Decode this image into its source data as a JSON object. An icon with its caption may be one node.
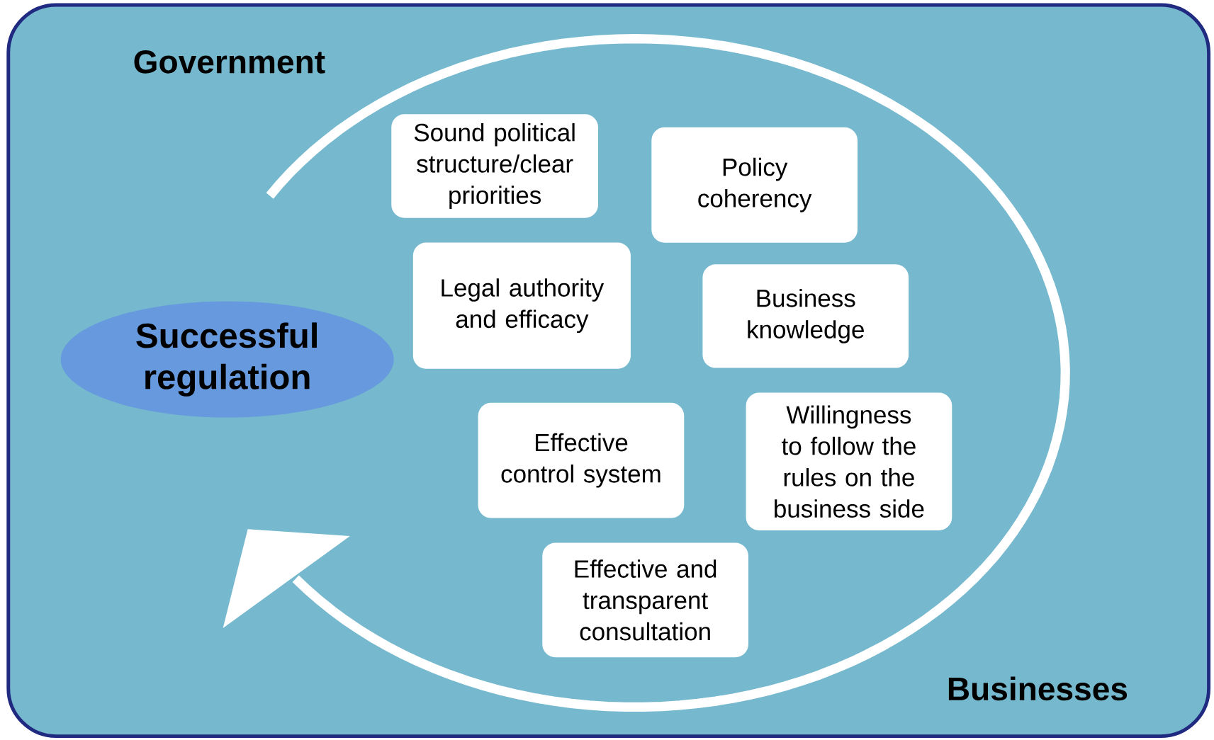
{
  "diagram": {
    "nodes": [
      {
        "text": [
          "Government",
          "Businesses"
        ]
      },
      {
        "text": [
          "Successful regulation"
        ],
        "in": 0
      },
      {
        "text": [
          "Sound political structure/clear priorities"
        ],
        "in": 0
      },
      {
        "text": [
          "Policy coherency"
        ],
        "in": 0
      },
      {
        "text": [
          "Legal authority and efficacy"
        ],
        "in": 0
      },
      {
        "text": [
          "Business knowledge"
        ],
        "in": 0
      },
      {
        "text": [
          "Effective control system"
        ],
        "in": 0
      },
      {
        "text": [
          "Willingness to follow the rules on the business side"
        ],
        "in": 0
      },
      {
        "text": [
          "Effective and transparent consultation"
        ],
        "in": 0
      }
    ]
  }
}
